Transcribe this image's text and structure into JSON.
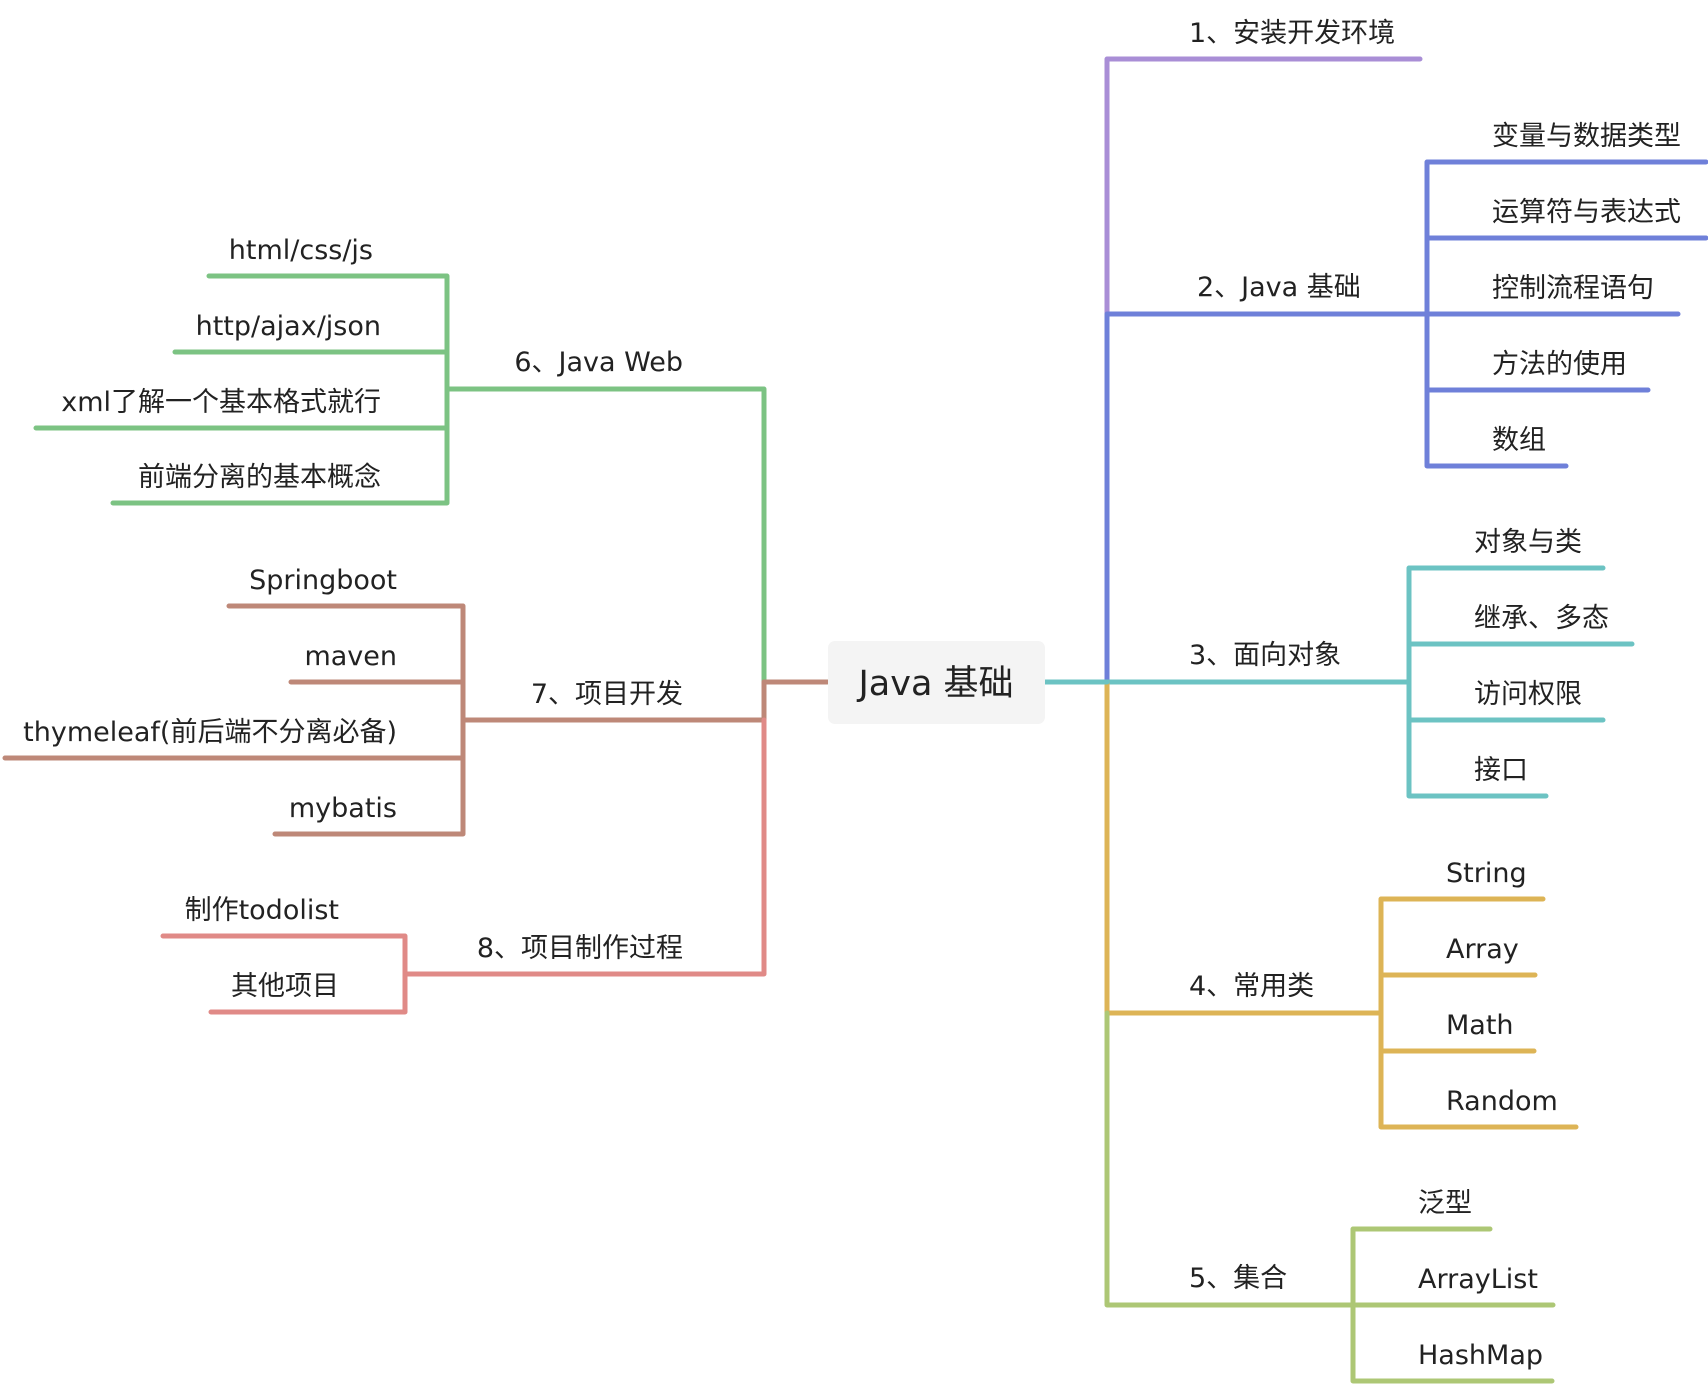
{
  "root": {
    "label": "Java 基础"
  },
  "branches": [
    {
      "label": "1、安装开发环境",
      "color": "#a98ed6",
      "children": []
    },
    {
      "label": "2、Java 基础",
      "color": "#6f80d9",
      "children": [
        "变量与数据类型",
        "运算符与表达式",
        "控制流程语句",
        "方法的使用",
        "数组"
      ]
    },
    {
      "label": "3、面向对象",
      "color": "#6cc3c3",
      "children": [
        "对象与类",
        "继承、多态",
        "访问权限",
        "接口"
      ]
    },
    {
      "label": "4、常用类",
      "color": "#ddb456",
      "children": [
        "String",
        "Array",
        "Math",
        "Random"
      ]
    },
    {
      "label": "5、集合",
      "color": "#adc775",
      "children": [
        "泛型",
        "ArrayList",
        "HashMap"
      ]
    },
    {
      "label": "6、Java Web",
      "color": "#7cc383",
      "children": [
        "html/css/js",
        "http/ajax/json",
        "xml了解一个基本格式就行",
        "前端分离的基本概念"
      ]
    },
    {
      "label": "7、项目开发",
      "color": "#be8878",
      "children": [
        "Springboot",
        "maven",
        "thymeleaf(前后端不分离必备)",
        "mybatis"
      ]
    },
    {
      "label": "8、项目制作过程",
      "color": "#e08a87",
      "children": [
        "制作todolist",
        "其他项目"
      ]
    }
  ]
}
